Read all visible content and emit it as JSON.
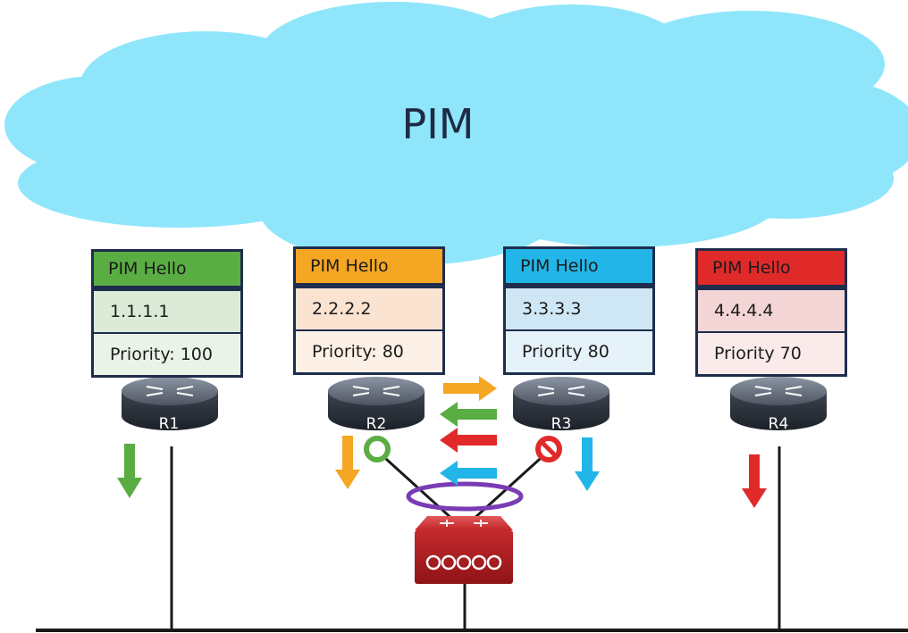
{
  "cloud": {
    "label": "PIM"
  },
  "routers": [
    {
      "name": "R1",
      "hello": "PIM Hello",
      "address": "1.1.1.1",
      "priority_key": "Priority:",
      "priority_value": "100",
      "color": "#5aad43",
      "body_color": "#dcebd8",
      "row_color": "#eaf3e7"
    },
    {
      "name": "R2",
      "hello": "PIM Hello",
      "address": "2.2.2.2",
      "priority_key": "Priority:",
      "priority_value": "80",
      "color": "#f5a623",
      "body_color": "#fbe3d1",
      "row_color": "#fdf0e6"
    },
    {
      "name": "R3",
      "hello": "PIM Hello",
      "address": "3.3.3.3",
      "priority_key": "Priority",
      "priority_value": "80",
      "color": "#22b6e8",
      "body_color": "#cfe7f5",
      "row_color": "#e6f2fa"
    },
    {
      "name": "R4",
      "hello": "PIM Hello",
      "address": "4.4.4.4",
      "priority_key": "Priority",
      "priority_value": "70",
      "color": "#e02a2a",
      "body_color": "#f4d5d6",
      "row_color": "#faeaea"
    }
  ],
  "colors": {
    "cloud": "#8fe6fb",
    "line": "#1a1a1a",
    "ring": "#7a3cb4",
    "switch": "#c8282c",
    "green": "#5aad43",
    "orange": "#f5a623",
    "red": "#e02a2a",
    "blue": "#22b6e8"
  },
  "icons": {
    "router": "router-icon",
    "switch": "multilayer-switch-icon",
    "allowed": "circle-icon",
    "blocked": "no-entry-icon"
  }
}
